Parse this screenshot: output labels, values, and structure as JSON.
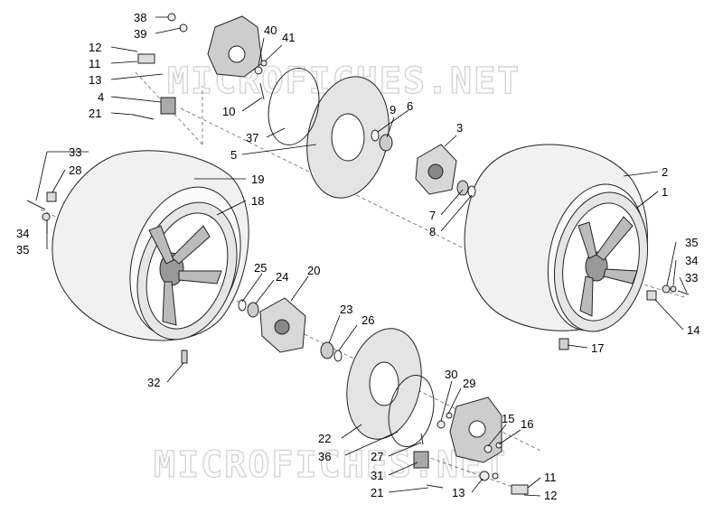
{
  "watermark_text": "MICROFICHES.NET",
  "callouts": [
    "1",
    "2",
    "3",
    "4",
    "5",
    "6",
    "7",
    "8",
    "9",
    "10",
    "11",
    "12",
    "13",
    "14",
    "15",
    "16",
    "17",
    "18",
    "19",
    "20",
    "21",
    "22",
    "23",
    "24",
    "25",
    "26",
    "27",
    "28",
    "29",
    "30",
    "31",
    "32",
    "33",
    "34",
    "35",
    "36",
    "37",
    "38",
    "39",
    "40",
    "41"
  ],
  "colors": {
    "tire": "#f1f1f1",
    "rim": "#e6e6e6",
    "disc": "#e4e4e4",
    "hub": "#d8d8d8",
    "caliper": "#cdcdcd",
    "outline": "#222222"
  }
}
